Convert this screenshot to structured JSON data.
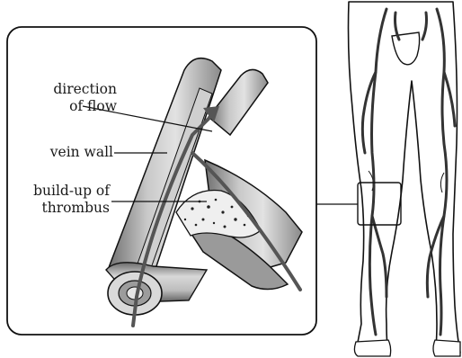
{
  "labels": {
    "direction_of_flow": "direction\nof flow",
    "vein_wall": "vein wall",
    "thrombus": "build-up of\nthrombus"
  },
  "colors": {
    "outline": "#111111",
    "vein_dark": "#7a7a7a",
    "vein_mid": "#a8a8a8",
    "vein_light": "#d4d4d4",
    "inner_lumen": "#c2c2c2",
    "background": "#ffffff"
  }
}
